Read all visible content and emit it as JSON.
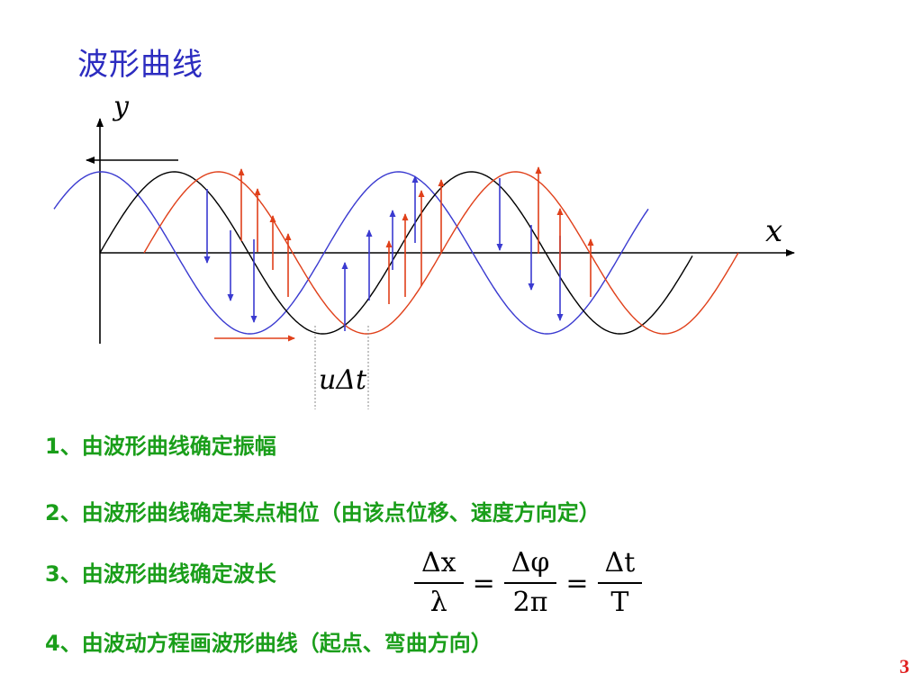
{
  "title": "波形曲线",
  "diagram": {
    "y_label": "y",
    "x_label": "x",
    "shift_label": "uΔt",
    "colors": {
      "blue": "#3a3ad0",
      "black": "#000000",
      "red": "#e0401a"
    }
  },
  "points": [
    "1、由波形曲线确定振幅",
    "2、由波形曲线确定某点相位（由该点位移、速度方向定）",
    "3、由波形曲线确定波长",
    "4、由波动方程画波形曲线（起点、弯曲方向）"
  ],
  "formula": {
    "f1_num": "Δx",
    "f1_den": "λ",
    "eq1": "=",
    "f2_num": "Δφ",
    "f2_den": "2π",
    "eq2": "=",
    "f3_num": "Δt",
    "f3_den": "T"
  },
  "page_number": "3"
}
